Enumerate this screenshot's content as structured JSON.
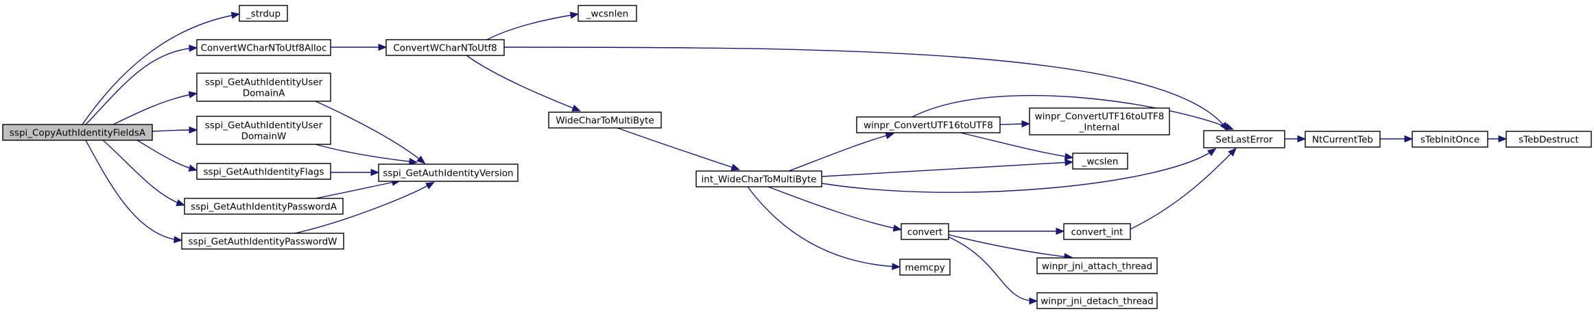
{
  "graph": {
    "colors": {
      "edge": "#191970",
      "node_border": "#000000",
      "root_fill": "#bfbfbf",
      "node_fill": "#ffffff"
    },
    "nodes": [
      {
        "id": "root",
        "lines": [
          "sspi_CopyAuthIdentityFieldsA"
        ]
      },
      {
        "id": "strdup",
        "lines": [
          "_strdup"
        ]
      },
      {
        "id": "alloc",
        "lines": [
          "ConvertWCharNToUtf8Alloc"
        ]
      },
      {
        "id": "conv",
        "lines": [
          "ConvertWCharNToUtf8"
        ]
      },
      {
        "id": "wcsnlen",
        "lines": [
          "_wcsnlen"
        ]
      },
      {
        "id": "udA",
        "lines": [
          "sspi_GetAuthIdentityUser",
          "DomainA"
        ]
      },
      {
        "id": "udW",
        "lines": [
          "sspi_GetAuthIdentityUser",
          "DomainW"
        ]
      },
      {
        "id": "flags",
        "lines": [
          "sspi_GetAuthIdentityFlags"
        ]
      },
      {
        "id": "version",
        "lines": [
          "sspi_GetAuthIdentityVersion"
        ]
      },
      {
        "id": "pwA",
        "lines": [
          "sspi_GetAuthIdentityPasswordA"
        ]
      },
      {
        "id": "pwW",
        "lines": [
          "sspi_GetAuthIdentityPasswordW"
        ]
      },
      {
        "id": "wc2mb",
        "lines": [
          "WideCharToMultiByte"
        ]
      },
      {
        "id": "intwc",
        "lines": [
          "int_WideCharToMultiByte"
        ]
      },
      {
        "id": "cutf",
        "lines": [
          "winpr_ConvertUTF16toUTF8"
        ]
      },
      {
        "id": "cutfi",
        "lines": [
          "winpr_ConvertUTF16toUTF8",
          "_Internal"
        ]
      },
      {
        "id": "wcslen",
        "lines": [
          "_wcslen"
        ]
      },
      {
        "id": "sle",
        "lines": [
          "SetLastError"
        ]
      },
      {
        "id": "ntc",
        "lines": [
          "NtCurrentTeb"
        ]
      },
      {
        "id": "tinit",
        "lines": [
          "sTebInitOnce"
        ]
      },
      {
        "id": "tdest",
        "lines": [
          "sTebDestruct"
        ]
      },
      {
        "id": "convert",
        "lines": [
          "convert"
        ]
      },
      {
        "id": "convint",
        "lines": [
          "convert_int"
        ]
      },
      {
        "id": "memcpy",
        "lines": [
          "memcpy"
        ]
      },
      {
        "id": "attach",
        "lines": [
          "winpr_jni_attach_thread"
        ]
      },
      {
        "id": "detach",
        "lines": [
          "winpr_jni_detach_thread"
        ]
      }
    ],
    "edges": [
      {
        "from": "root",
        "to": "strdup"
      },
      {
        "from": "root",
        "to": "alloc"
      },
      {
        "from": "root",
        "to": "udA"
      },
      {
        "from": "root",
        "to": "udW"
      },
      {
        "from": "root",
        "to": "flags"
      },
      {
        "from": "root",
        "to": "pwA"
      },
      {
        "from": "root",
        "to": "pwW"
      },
      {
        "from": "alloc",
        "to": "conv"
      },
      {
        "from": "conv",
        "to": "wcsnlen"
      },
      {
        "from": "conv",
        "to": "sle"
      },
      {
        "from": "conv",
        "to": "wc2mb"
      },
      {
        "from": "udA",
        "to": "version"
      },
      {
        "from": "udW",
        "to": "version"
      },
      {
        "from": "flags",
        "to": "version"
      },
      {
        "from": "pwA",
        "to": "version"
      },
      {
        "from": "pwW",
        "to": "version"
      },
      {
        "from": "wc2mb",
        "to": "intwc"
      },
      {
        "from": "intwc",
        "to": "cutf"
      },
      {
        "from": "intwc",
        "to": "wcslen"
      },
      {
        "from": "intwc",
        "to": "sle"
      },
      {
        "from": "intwc",
        "to": "convert"
      },
      {
        "from": "intwc",
        "to": "memcpy"
      },
      {
        "from": "cutf",
        "to": "cutfi"
      },
      {
        "from": "cutf",
        "to": "wcslen"
      },
      {
        "from": "cutf",
        "to": "sle"
      },
      {
        "from": "sle",
        "to": "ntc"
      },
      {
        "from": "ntc",
        "to": "tinit"
      },
      {
        "from": "tinit",
        "to": "tdest"
      },
      {
        "from": "convert",
        "to": "convint"
      },
      {
        "from": "convert",
        "to": "attach"
      },
      {
        "from": "convert",
        "to": "detach"
      },
      {
        "from": "convint",
        "to": "sle"
      }
    ]
  }
}
